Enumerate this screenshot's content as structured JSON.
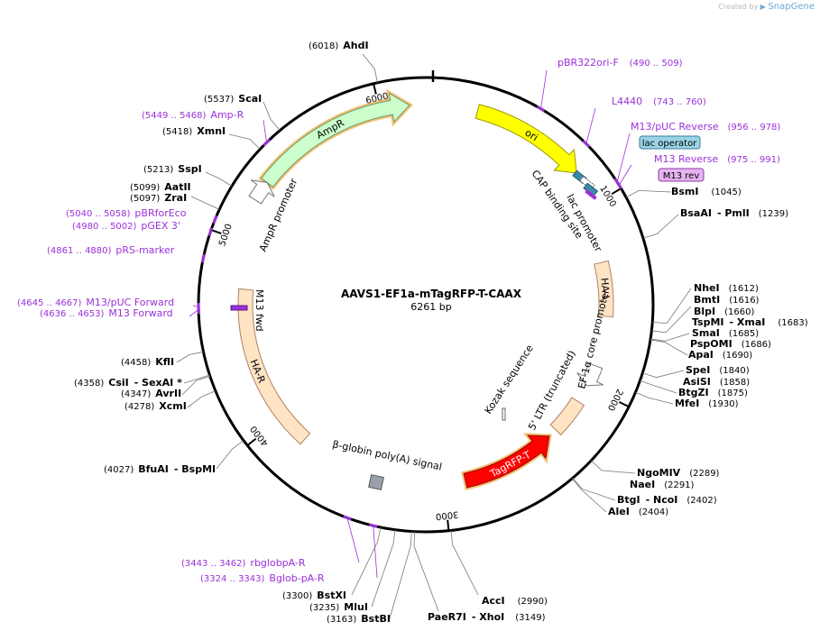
{
  "credit": {
    "prefix": "Created by",
    "brand": "SnapGene"
  },
  "plasmid": {
    "name": "AAVS1-EF1a-mTagRFP-T-CAAX",
    "length_label": "6261 bp",
    "length": 6261
  },
  "ticks": [
    {
      "pos": 1000,
      "label": "1000"
    },
    {
      "pos": 2000,
      "label": "2000"
    },
    {
      "pos": 3000,
      "label": "3000"
    },
    {
      "pos": 4000,
      "label": "4000"
    },
    {
      "pos": 5000,
      "label": "5000"
    },
    {
      "pos": 6000,
      "label": "6000"
    }
  ],
  "features": [
    {
      "name": "ori",
      "start": 230,
      "end": 820,
      "r": 222,
      "w": 16,
      "dir": 1,
      "fill": "#ffff00",
      "stroke": "#9a9a00",
      "label": "ori",
      "label_inside": true,
      "label_color": "#000"
    },
    {
      "name": "AmpR",
      "start": 5320,
      "end": 6150,
      "r": 222,
      "w": 16,
      "dir": 1,
      "fill": "#ccffcc",
      "stroke": "#6a9a6a",
      "label": "AmpR",
      "label_inside": true,
      "label_color": "#000",
      "highlight": true
    },
    {
      "name": "AmpR promoter",
      "start": 5215,
      "end": 5320,
      "r": 222,
      "w": 16,
      "dir": 1,
      "fill": "#ffffff",
      "stroke": "#777",
      "label": "AmpR promoter",
      "label_inside": false,
      "label_color": "#000"
    },
    {
      "name": "HA-L",
      "start": 1300,
      "end": 1600,
      "r": 200,
      "w": 16,
      "dir": 0,
      "fill": "#ffe4c4",
      "stroke": "#b08060",
      "label": "HA-L",
      "label_inside": true,
      "label_color": "#000"
    },
    {
      "name": "EF-1a core promoter",
      "start": 1880,
      "end": 2000,
      "r": 200,
      "w": 16,
      "dir": 1,
      "fill": "#ffffff",
      "stroke": "#777",
      "label": "EF-1α core promoter",
      "label_inside": false,
      "label_color": "#000"
    },
    {
      "name": "5' LTR (truncated)",
      "start": 2100,
      "end": 2300,
      "r": 200,
      "w": 16,
      "dir": 0,
      "fill": "#ffe4c4",
      "stroke": "#b08060",
      "label": "5' LTR (truncated)",
      "label_inside": false,
      "label_color": "#000"
    },
    {
      "name": "TagRFP-T",
      "start": 2350,
      "end": 2880,
      "r": 200,
      "w": 16,
      "dir": -1,
      "fill": "#ff0000",
      "stroke": "#990000",
      "label": "TagRFP-T",
      "label_inside": true,
      "label_color": "#ffffff",
      "highlight": true
    },
    {
      "name": "HA-R",
      "start": 3830,
      "end": 4750,
      "r": 200,
      "w": 16,
      "dir": 0,
      "fill": "#ffe4c4",
      "stroke": "#b08060",
      "label": "HA-R",
      "label_inside": true,
      "label_color": "#000"
    }
  ],
  "feature_labels": [
    {
      "name": "cap-binding-site-label",
      "text": "CAP binding site"
    },
    {
      "name": "lac-promoter-label",
      "text": "lac promoter"
    },
    {
      "name": "kozak-label",
      "text": "Kozak sequence"
    },
    {
      "name": "polya-label",
      "text": "β-globin poly(A) signal"
    },
    {
      "name": "m13fwd-label",
      "text": "M13 fwd"
    }
  ],
  "sites_right": [
    {
      "name": "AhdI",
      "pos": "(6018)",
      "extra": ""
    },
    {
      "name": "BsmI",
      "pos": "(1045)",
      "extra": ""
    },
    {
      "name": "BsaAI",
      "pos": "(1239)",
      "extra": "PmlI"
    },
    {
      "name": "NheI",
      "pos": "(1612)",
      "extra": ""
    },
    {
      "name": "BmtI",
      "pos": "(1616)",
      "extra": ""
    },
    {
      "name": "BlpI",
      "pos": "(1660)",
      "extra": ""
    },
    {
      "name": "TspMI",
      "pos": "(1683)",
      "extra": "XmaI"
    },
    {
      "name": "SmaI",
      "pos": "(1685)",
      "extra": ""
    },
    {
      "name": "PspOMI",
      "pos": "(1686)",
      "extra": ""
    },
    {
      "name": "ApaI",
      "pos": "(1690)",
      "extra": ""
    },
    {
      "name": "SpeI",
      "pos": "(1840)",
      "extra": ""
    },
    {
      "name": "AsiSI",
      "pos": "(1858)",
      "extra": ""
    },
    {
      "name": "BtgZI",
      "pos": "(1875)",
      "extra": ""
    },
    {
      "name": "MfeI",
      "pos": "(1930)",
      "extra": ""
    },
    {
      "name": "NgoMIV",
      "pos": "(2289)",
      "extra": ""
    },
    {
      "name": "NaeI",
      "pos": "(2291)",
      "extra": ""
    },
    {
      "name": "BtgI",
      "pos": "(2402)",
      "extra": "NcoI"
    },
    {
      "name": "AleI",
      "pos": "(2404)",
      "extra": ""
    },
    {
      "name": "AccI",
      "pos": "(2990)",
      "extra": ""
    },
    {
      "name": "PaeR7I",
      "pos": "(3149)",
      "extra": "XhoI"
    }
  ],
  "sites_left": [
    {
      "name": "ScaI",
      "pos": "(5537)",
      "extra": ""
    },
    {
      "name": "XmnI",
      "pos": "(5418)",
      "extra": ""
    },
    {
      "name": "SspI",
      "pos": "(5213)",
      "extra": ""
    },
    {
      "name": "AatII",
      "pos": "(5099)",
      "extra": ""
    },
    {
      "name": "ZraI",
      "pos": "(5097)",
      "extra": ""
    },
    {
      "name": "KflI",
      "pos": "(4458)",
      "extra": ""
    },
    {
      "name": "CsiI",
      "pos": "(4358)",
      "extra": "SexAI *"
    },
    {
      "name": "AvrII",
      "pos": "(4347)",
      "extra": ""
    },
    {
      "name": "XcmI",
      "pos": "(4278)",
      "extra": ""
    },
    {
      "name": "BfuAI",
      "pos": "(4027)",
      "extra": "BspMI"
    },
    {
      "name": "BstXI",
      "pos": "(3300)",
      "extra": ""
    },
    {
      "name": "MluI",
      "pos": "(3235)",
      "extra": ""
    },
    {
      "name": "BstBI",
      "pos": "(3163)",
      "extra": ""
    }
  ],
  "primers": [
    {
      "name": "pBR322ori-F",
      "range": "(490 .. 509)"
    },
    {
      "name": "L4440",
      "range": "(743 .. 760)"
    },
    {
      "name": "M13/pUC Reverse",
      "range": "(956 .. 978)"
    },
    {
      "name": "M13 Reverse",
      "range": "(975 .. 991)"
    },
    {
      "name": "Amp-R",
      "range": "(5449 .. 5468)"
    },
    {
      "name": "pBRforEco",
      "range": "(5040 .. 5058)"
    },
    {
      "name": "pGEX 3'",
      "range": "(4980 .. 5002)"
    },
    {
      "name": "pRS-marker",
      "range": "(4861 .. 4880)"
    },
    {
      "name": "M13/pUC Forward",
      "range": "(4645 .. 4667)"
    },
    {
      "name": "M13 Forward",
      "range": "(4636 .. 4653)"
    },
    {
      "name": "rbglobpA-R",
      "range": "(3443 .. 3462)"
    },
    {
      "name": "Bglob-pA-R",
      "range": "(3324 .. 3343)"
    }
  ],
  "boxes": [
    {
      "text": "lac operator",
      "fill": "#9ad3e6",
      "stroke": "#3d7f99"
    },
    {
      "text": "M13 rev",
      "fill": "#e6b3f0",
      "stroke": "#8d3aa8"
    }
  ],
  "colors": {
    "primer": "#9b30d9",
    "backbone": "#000000",
    "highlight": "#f0b050"
  }
}
